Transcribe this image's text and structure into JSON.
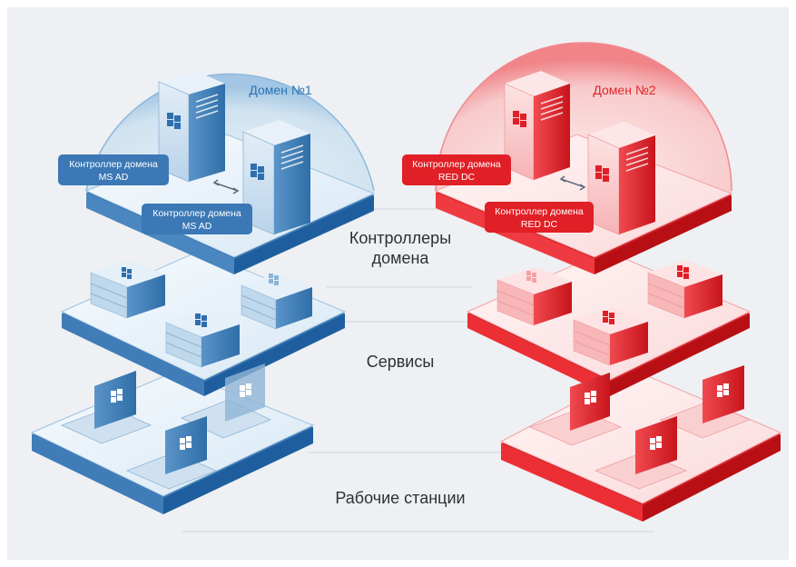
{
  "domains": {
    "left": {
      "title": "Домен №1",
      "accent": "#2a74b8",
      "label_bg": "#3b78b5",
      "dc1": [
        "Контроллер домена",
        "MS AD"
      ],
      "dc2": [
        "Контроллер домена",
        "MS AD"
      ],
      "server_icon": "windows-server-icon",
      "workstation_icon": "windows-laptop-icon"
    },
    "right": {
      "title": "Домен №2",
      "accent": "#e32229",
      "label_bg": "#e11f26",
      "dc1": [
        "Контроллер домена",
        "RED DC"
      ],
      "dc2": [
        "Контроллер домена",
        "RED DC"
      ],
      "server_icon": "red-os-server-icon",
      "workstation_icon": "red-os-laptop-icon"
    }
  },
  "layers": {
    "controllers": [
      "Контроллеры",
      "домена"
    ],
    "services": "Сервисы",
    "workstations": "Рабочие станции"
  },
  "colors": {
    "background": "#eef0f3",
    "text": "#2d3134"
  }
}
